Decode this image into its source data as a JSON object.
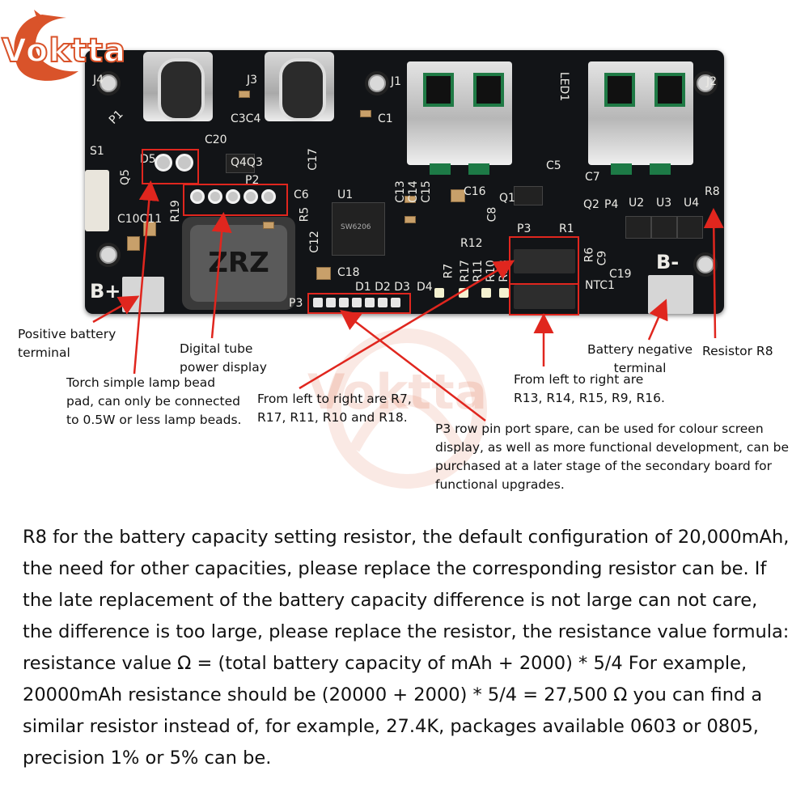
{
  "brand": {
    "logo_text": "Voktta",
    "colors": {
      "brand": "#d9532a",
      "callout": "#e0261e",
      "board": "#121417"
    }
  },
  "board": {
    "silkscreen": {
      "J4": "J4",
      "J3": "J3",
      "J1": "J1",
      "J2": "J2",
      "LED1": "LED1",
      "P1": "P1",
      "S1": "S1",
      "D5": "D5",
      "C20": "C20",
      "Q4Q3": "Q4Q3",
      "C17": "C17",
      "P2": "P2",
      "U1": "U1",
      "C3C4": "C3C4",
      "C1": "C1",
      "C5": "C5",
      "C7": "C7",
      "C16": "C16",
      "Q1": "Q1",
      "Q2": "Q2",
      "P4": "P4",
      "U2": "U2",
      "U3": "U3",
      "U4": "U4",
      "R8": "R8",
      "C6": "C6",
      "R5": "R5",
      "C12": "C12",
      "C10C11": "C10C11",
      "R19": "R19",
      "Q5": "Q5",
      "C13": "C13",
      "C14": "C14",
      "C15": "C15",
      "C8": "C8",
      "P3top": "P3",
      "R1": "R1",
      "R12": "R12",
      "R7": "R7",
      "R17": "R17",
      "R11": "R11",
      "R10": "R10",
      "R18": "R18",
      "R6": "R6",
      "C9": "C9",
      "C19": "C19",
      "NTC1": "NTC1",
      "C18": "C18",
      "D1D2D3": "D1 D2 D3",
      "D4": "D4",
      "P3": "P3",
      "Bplus": "B+",
      "Bminus": "B-",
      "inductor": "ZRZ",
      "chip": "SW6206"
    }
  },
  "callouts": {
    "positive_terminal": "Positive battery terminal",
    "torch_pad": "Torch simple lamp bead pad, can only be connected to 0.5W or less lamp beads.",
    "digital_tube": "Digital tube power display",
    "resistors_left": "From left to right are R7, R17, R11, R10 and R18.",
    "p3_port": "P3 row pin port spare, can be used for colour screen display, as well as more functional development, can be purchased at a later stage of the secondary board for functional upgrades.",
    "resistors_right": "From left to right are R13, R14, R15, R9, R16.",
    "negative_terminal": "Battery negative terminal",
    "resistor_r8": "Resistor R8"
  },
  "description": "R8 for the battery capacity setting resistor, the default configuration of 20,000mAh, the need for other capacities, please replace the corresponding resistor can be. If the late replacement of the battery capacity difference is not large can not care, the difference is too large, please replace the resistor, the resistance value formula: resistance value Ω = (total battery capacity of mAh + 2000) * 5/4 For example, 20000mAh resistance should be (20000 + 2000) * 5/4 = 27,500 Ω you can find a similar resistor instead of, for example, 27.4K, packages available 0603 or 0805, precision 1% or 5% can be."
}
